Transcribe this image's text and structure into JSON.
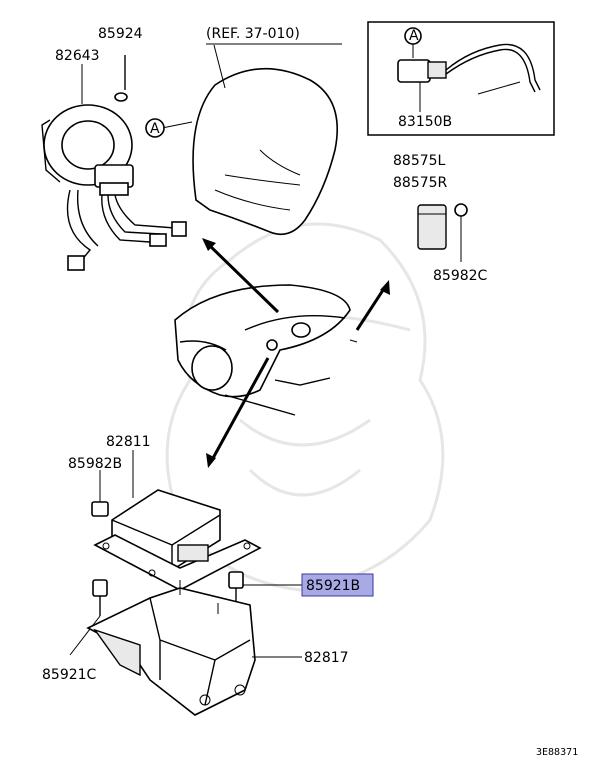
{
  "reference_label": "(REF. 37-010)",
  "callout_letter": "A",
  "parts": {
    "p85924": "85924",
    "p82643": "82643",
    "p83150B": "83150B",
    "p88575L": "88575L",
    "p88575R": "88575R",
    "p85982C": "85982C",
    "p82811": "82811",
    "p85982B": "85982B",
    "p85921B": "85921B",
    "p85921C": "85921C",
    "p82817": "82817"
  },
  "highlight_color": "#a9a9e8",
  "diagram_code": "3E88371"
}
